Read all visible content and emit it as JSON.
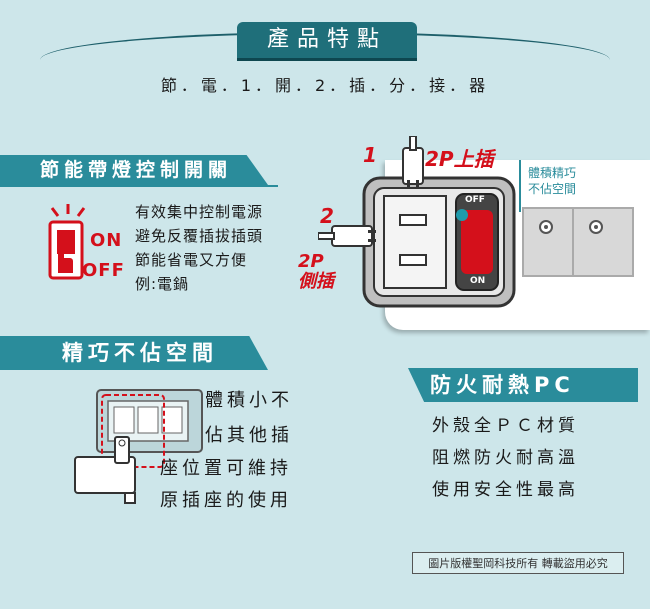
{
  "header": {
    "title": "產品特點",
    "subtitle": "節．電．1．開．2．插．分．接．器"
  },
  "section1": {
    "title": "節能帶燈控制開關",
    "lines": [
      "有效集中控制電源",
      "避免反覆插拔插頭",
      "節能省電又方便",
      "例:電鍋"
    ],
    "switch_on": "ON",
    "switch_off": "OFF"
  },
  "diagram": {
    "label1": "1",
    "label1_text": "2P上插",
    "label2": "2",
    "label2_text_a": "2P",
    "label2_text_b": "側插",
    "callout_a": "體積精巧",
    "callout_b": "不佔空間",
    "switch_top": "OFF",
    "switch_bottom": "ON"
  },
  "section2": {
    "title": "精巧不佔空間",
    "lines": [
      "體積小不",
      "佔其他插",
      "座位置可維持",
      "原插座的使用"
    ]
  },
  "section3": {
    "title": "防火耐熱PC",
    "lines": [
      "外殼全ＰＣ材質",
      "阻燃防火耐高溫",
      "使用安全性最高"
    ]
  },
  "footer": {
    "copyright": "圖片版權聖岡科技所有  轉載盜用必究"
  },
  "colors": {
    "teal": "#2a8c9b",
    "dark_teal": "#1f6f7a",
    "red": "#d4101b",
    "background": "#cde6ea"
  }
}
